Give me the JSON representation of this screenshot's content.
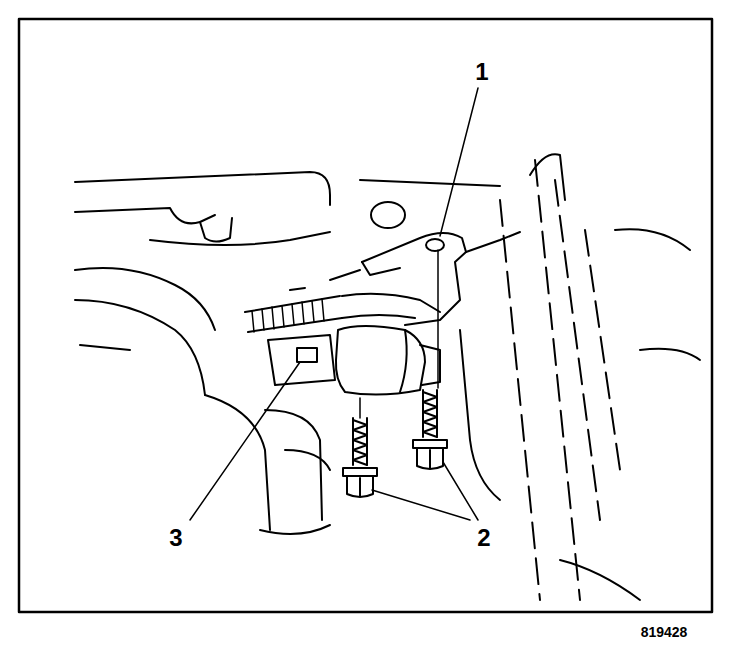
{
  "diagram": {
    "labels": [
      "1",
      "3",
      "2",
      "819428"
    ]
  }
}
